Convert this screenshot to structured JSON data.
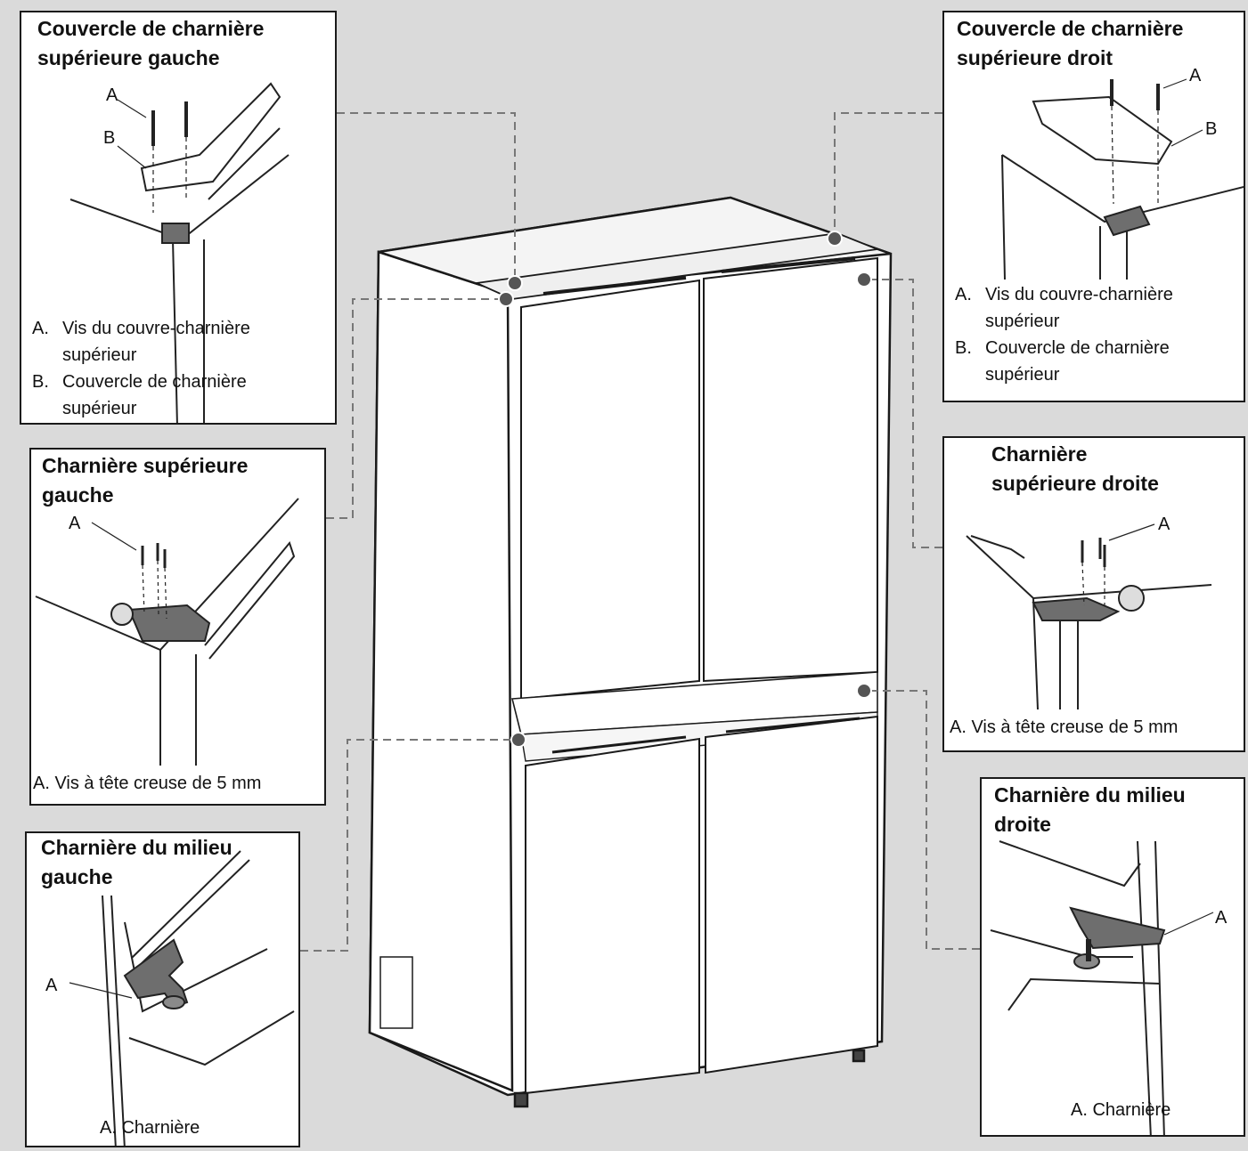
{
  "panels": {
    "top_left_cover": {
      "title": [
        "Couvercle de charnière",
        "supérieure gauche"
      ],
      "callouts": {
        "a": "A",
        "b": "B"
      },
      "legend": [
        {
          "key": "A.",
          "text": [
            "Vis du couvre-charnière",
            "supérieur"
          ]
        },
        {
          "key": "B.",
          "text": [
            "Couvercle de charnière",
            "supérieur"
          ]
        }
      ]
    },
    "top_right_cover": {
      "title": [
        "Couvercle de charnière",
        "supérieure droit"
      ],
      "callouts": {
        "a": "A",
        "b": "B"
      },
      "legend": [
        {
          "key": "A.",
          "text": [
            "Vis du couvre-charnière",
            "supérieur"
          ]
        },
        {
          "key": "B.",
          "text": [
            "Couvercle de charnière",
            "supérieur"
          ]
        }
      ]
    },
    "upper_left_hinge": {
      "title": [
        "Charnière supérieure",
        "gauche"
      ],
      "callouts": {
        "a": "A"
      },
      "caption": "A. Vis à tête creuse de 5 mm"
    },
    "upper_right_hinge": {
      "title": [
        "Charnière",
        "supérieure droite"
      ],
      "callouts": {
        "a": "A"
      },
      "caption": "A. Vis à tête creuse de 5 mm"
    },
    "middle_left_hinge": {
      "title": [
        "Charnière du milieu",
        "gauche"
      ],
      "callouts": {
        "a": "A"
      },
      "caption": "A. Charnière"
    },
    "middle_right_hinge": {
      "title": [
        "Charnière du milieu",
        "droite"
      ],
      "callouts": {
        "a": "A"
      },
      "caption": "A. Charnière"
    }
  },
  "colors": {
    "background": "#dadada",
    "panel_border": "#1a1a1a",
    "leader_line": "#777777",
    "marker": "#555555",
    "hinge_metal": "#6e6e6e"
  }
}
